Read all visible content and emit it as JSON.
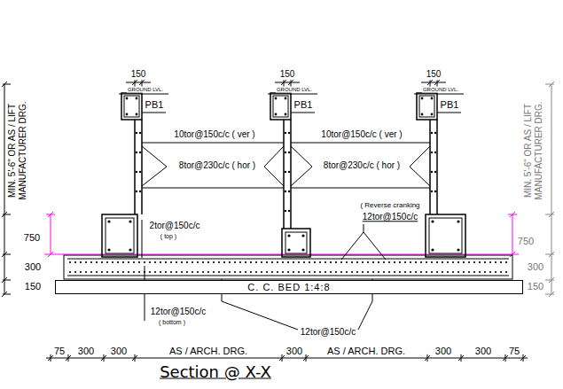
{
  "diagram": {
    "title": "Section @ X-X",
    "nodes": [
      {
        "text": [
          "C. C. BED 1:4:8"
        ]
      }
    ],
    "labels": [
      "150",
      "150",
      "150",
      "GROUND LVL.",
      "GROUND LVL.",
      "GROUND LVL.",
      "PB1",
      "PB1",
      "PB1",
      "MIN. 5'-6\" OR AS / LIFT MANUFACTURER DRG.",
      "MIN. 5'-6\" OR AS / LIFT MANUFACTURER DRG.",
      "10tor@150c/c ( ver )",
      "10tor@150c/c ( ver )",
      "8tor@230c/c ( hor )",
      "8tor@230c/c ( hor )",
      "750",
      "750",
      "300",
      "300",
      "150",
      "150",
      "2tor@150c/c",
      "( top )",
      "( Reverse cranking",
      "12tor@150c/c",
      "12tor@150c/c",
      "( bottom )",
      "12tor@150c/c",
      "75",
      "300",
      "300",
      "AS / ARCH. DRG.",
      "300",
      "AS / ARCH. DRG.",
      "300",
      "300",
      "75"
    ]
  }
}
